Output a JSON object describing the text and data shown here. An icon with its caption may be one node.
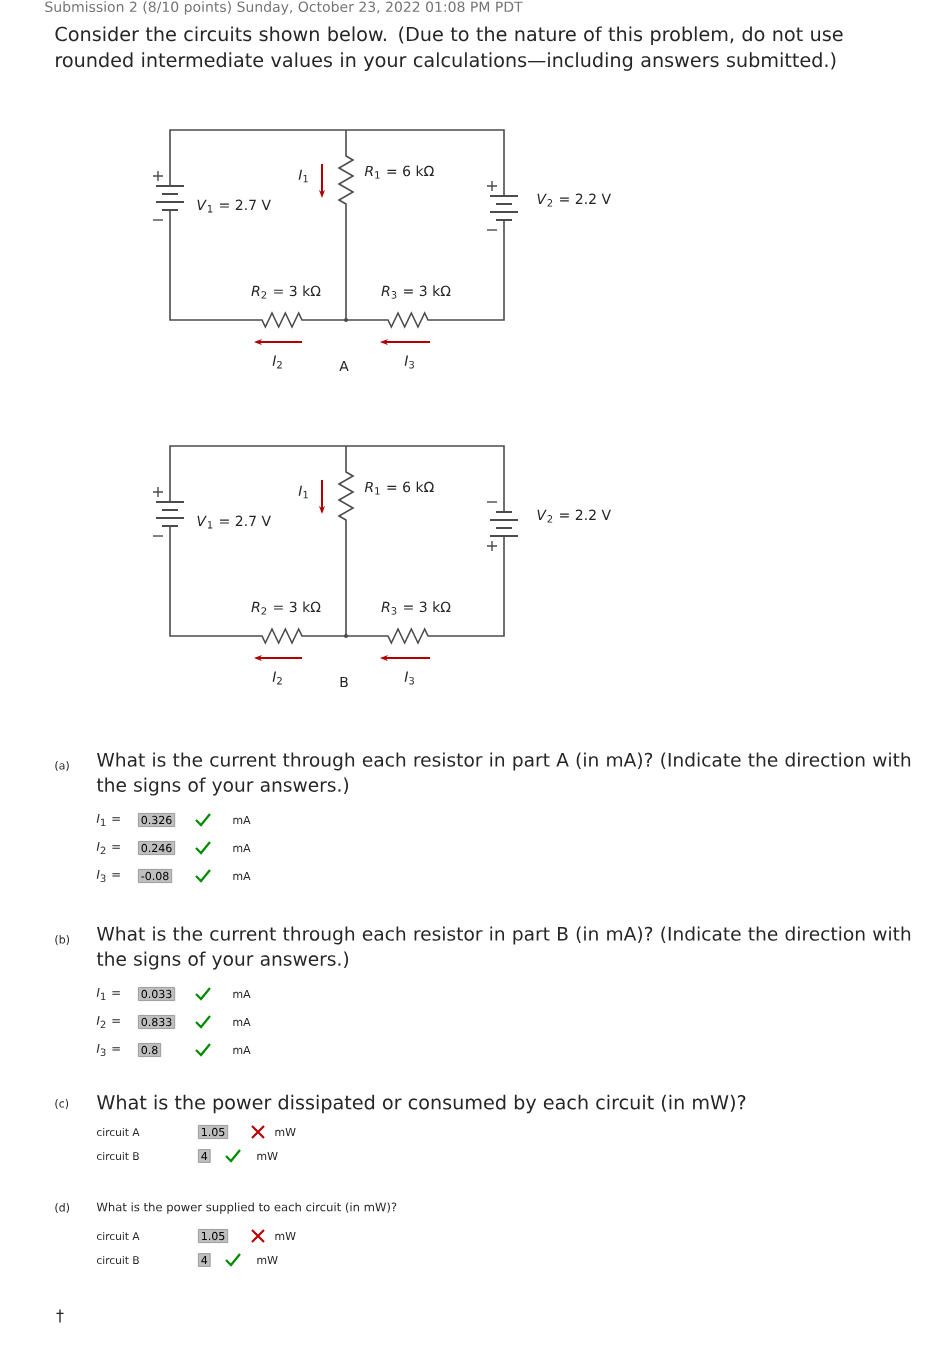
{
  "diagram": {
    "nodes": [
      {
        "text": [
          "0.326"
        ]
      },
      {
        "text": [
          "0.246"
        ]
      },
      {
        "text": [
          "-0.08"
        ]
      },
      {
        "text": [
          "0.033"
        ]
      },
      {
        "text": [
          "0.833"
        ]
      },
      {
        "text": [
          "0.8"
        ]
      },
      {
        "text": [
          "1.05"
        ]
      },
      {
        "text": [
          "4"
        ]
      },
      {
        "text": [
          "1.05"
        ]
      },
      {
        "text": [
          "4"
        ]
      }
    ],
    "labels": [
      "Submission 2 (8/10 points) Sunday, October 23, 2022 01:08 PM PDT",
      "Consider the circuits shown below. (Due to the nature of this problem, do not use rounded intermediate values in your calculations—including answers submitted.)",
      "*I*$_{1}$",
      "*R*$_{1}$ = 6 kΩ",
      "*V*$_{1}$ = 2.7 V",
      "*V*$_{2}$ = 2.2 V",
      "*R*$_{2}$ = 3 kΩ",
      "*R*$_{3}$ = 3 kΩ",
      "*I*$_{2}$",
      "A",
      "*I*$_{3}$",
      "*I*$_{1}$",
      "*R*$_{1}$ = 6 kΩ",
      "*V*$_{1}$ = 2.7 V",
      "*V*$_{2}$ = 2.2 V",
      "*R*$_{2}$ = 3 kΩ",
      "*R*$_{3}$ = 3 kΩ",
      "*I*$_{2}$",
      "B",
      "*I*$_{3}$",
      "(a)",
      "What is the current through each resistor in part A (in mA)? (Indicate the direction with the signs of your answers.)",
      "*I*$_{1}$ =",
      "mA",
      "*I*$_{2}$ =",
      "mA",
      "*I*$_{3}$ =",
      "mA",
      "(b)",
      "What is the current through each resistor in part B (in mA)? (Indicate the direction with the signs of your answers.)",
      "*I*$_{1}$ =",
      "mA",
      "*I*$_{2}$ =",
      "mA",
      "*I*$_{3}$ =",
      "mA",
      "(c)",
      "What is the power dissipated or consumed by each circuit (in mW)?",
      "circuit A",
      "mW",
      "circuit B",
      "mW",
      "(d)",
      "What is the power supplied to each circuit (in mW)?",
      "circuit A",
      "mW",
      "circuit B",
      "mW",
      "†"
    ]
  }
}
